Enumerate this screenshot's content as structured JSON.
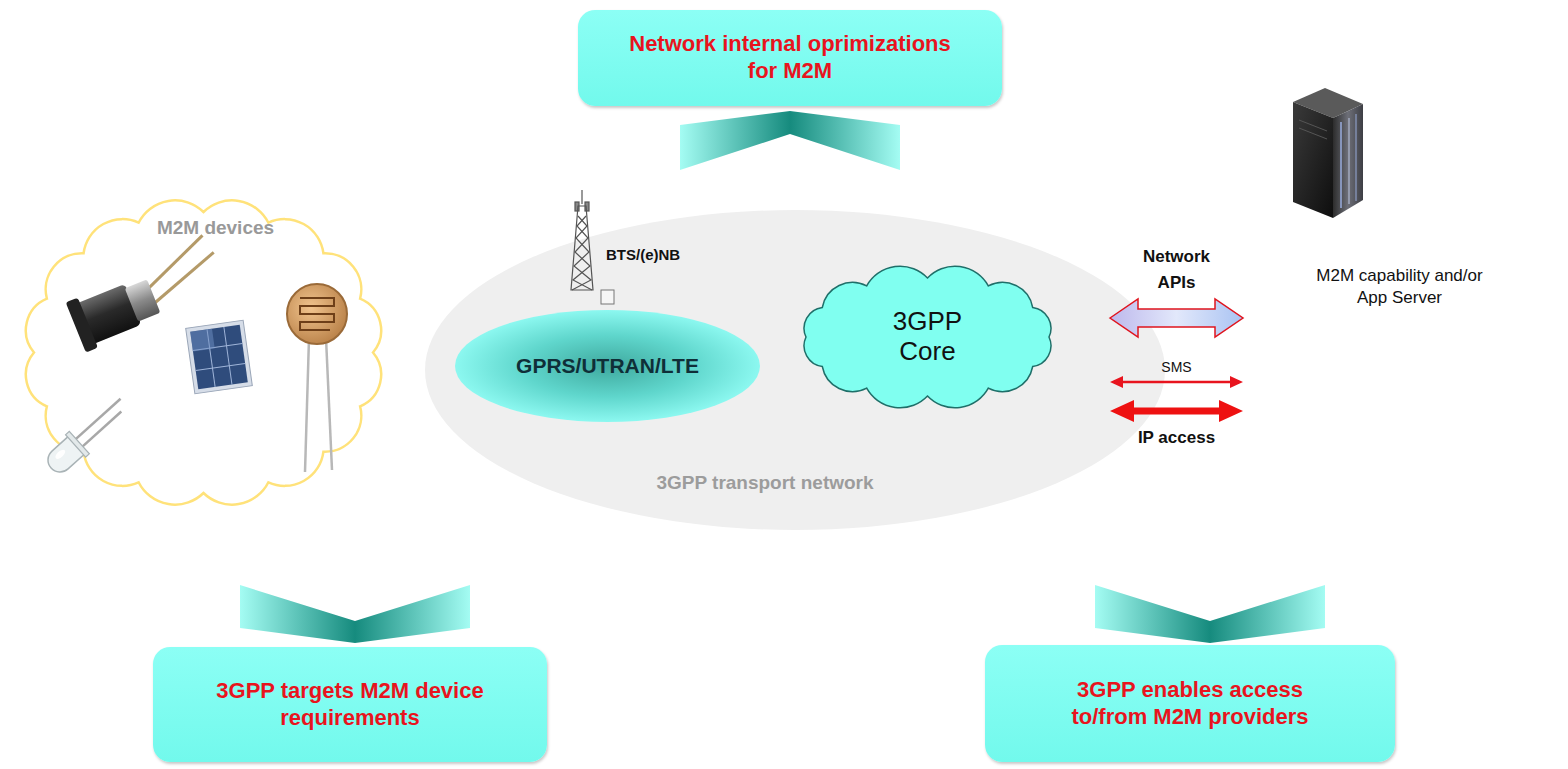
{
  "diagram": {
    "nodes": [
      {
        "text": [
          "Network internal oprimizations for M2M"
        ]
      },
      {
        "text": [
          "M2M devices"
        ]
      },
      {
        "text": [
          "3GPP transport network"
        ]
      },
      {
        "text": [
          "GPRS/UTRAN/LTE"
        ],
        "in": 2
      },
      {
        "text": [
          "3GPP Core"
        ],
        "in": 2
      },
      {
        "text": [
          "M2M capability and/or App Server"
        ]
      },
      {
        "text": [
          "3GPP targets M2M device requirements"
        ]
      },
      {
        "text": [
          "3GPP enables access to/from M2M providers"
        ]
      }
    ],
    "edges": [
      {
        "from": 4,
        "to": 5,
        "arrow": "both",
        "label": "Network APIs"
      },
      {
        "from": 4,
        "to": 5,
        "arrow": "both",
        "label": "SMS"
      },
      {
        "from": 4,
        "to": 5,
        "arrow": "both",
        "label": "IP access"
      }
    ],
    "labels": [
      "BTS/(e)NB"
    ]
  }
}
